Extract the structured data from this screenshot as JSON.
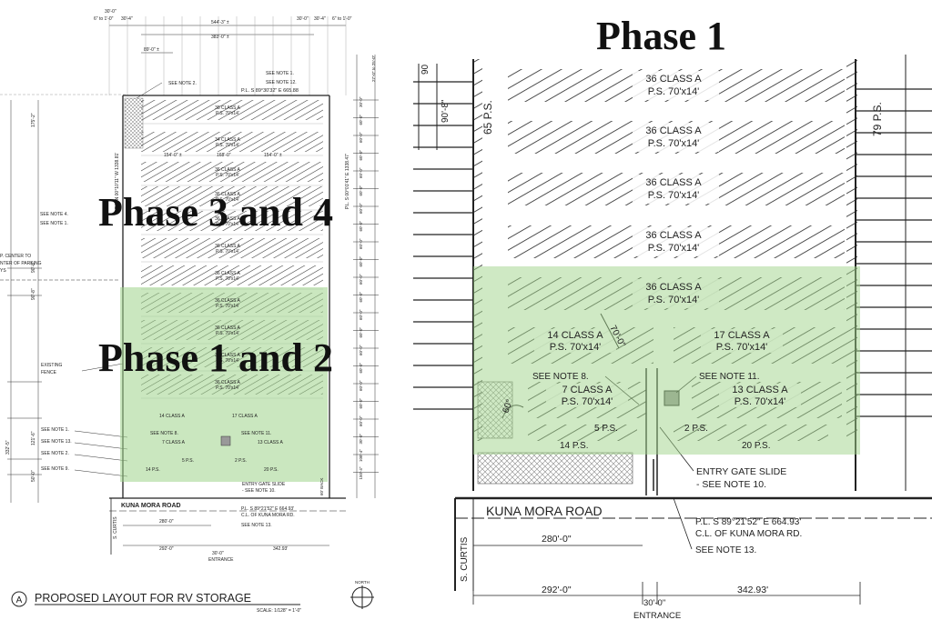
{
  "phases": {
    "left_upper": "Phase 3 and 4",
    "left_lower": "Phase 1 and 2",
    "right_title": "Phase 1"
  },
  "left": {
    "title": "PROPOSED LAYOUT FOR RV STORAGE",
    "circle_letter": "A",
    "scale": "SCALE: 1/128\" = 1'-0\"",
    "north": "NORTH",
    "road": "KUNA MORA ROAD",
    "street": "S. CURTIS",
    "entrance": "ENTRANCE",
    "top_dims": [
      "6\" to 1'-0\"",
      "30'-4\"",
      "544'-3\" ±",
      "30'-0\"",
      "30'-4\"",
      "6\" to 1'-0\"",
      "383'-0\" ±",
      "89'-0\" ±",
      "30'-0\""
    ],
    "pl_top": "P.L. S 89°30'32\" E  665.88",
    "pl_bottom": "P.L. S 89°21'52\" E  664.93'",
    "cl_bottom": "C.L. OF KUNA MORA RD.",
    "pl_left": "P.L. N 00°10'11\" W  1338.81'",
    "pl_right": "P.L. S 00°01'41\" E  1338.47'",
    "notes_top": [
      "SEE NOTE 2.",
      "SEE NOTE 1.",
      "SEE NOTE 12."
    ],
    "notes_left_mid": [
      "SEE NOTE 4.",
      "SEE NOTE 1."
    ],
    "notes_left_bottom": [
      "SEE NOTE 1.",
      "SEE NOTE 13.",
      "SEE NOTE 2.",
      "SEE NOTE 9."
    ],
    "existing_fence": [
      "EXISTING",
      "FENCE"
    ],
    "center_note": [
      "P. CENTER TO",
      "NTER OF PARKING",
      "YS"
    ],
    "rows": [
      {
        "count": "38 CLASS A",
        "size": "P.S. 70'x14'"
      },
      {
        "count": "34 CLASS A",
        "size": "P.S. 70'x14'"
      },
      {
        "count": "36 CLASS A",
        "size": "P.S. 70'x14'"
      },
      {
        "count": "36 CLASS A",
        "size": "P.S. 70'x14'"
      },
      {
        "count": "36 CLASS A",
        "size": "P.S. 70'x14'"
      },
      {
        "count": "36 CLASS A",
        "size": "P.S. 70'x14'"
      },
      {
        "count": "36 CLASS A",
        "size": "P.S. 70'x14'"
      },
      {
        "count": "36 CLASS A",
        "size": "P.S. 70'x14'"
      },
      {
        "count": "36 CLASS A",
        "size": "P.S. 70'x14'"
      },
      {
        "count": "36 CLASS A",
        "size": "P.S. 70'x14'"
      },
      {
        "count": "36 CLASS A",
        "size": "P.S. 70'x14'"
      }
    ],
    "bottom_blocks": [
      "14 CLASS A",
      "17 CLASS A",
      "7 CLASS A",
      "13 CLASS A"
    ],
    "dims_bottom": [
      "280'-0\"",
      "292'-0\"",
      "30'-0\"",
      "342.93'"
    ],
    "mid_dims": [
      "154'-0\" ±",
      "168'-0\"",
      "154'-0\" ±"
    ],
    "side_dims": [
      "175'-2\"",
      "90'-8\"",
      "90'-8\"",
      "332'-5\"",
      "121'-6\"",
      "50'-0\""
    ],
    "right_dims": [
      "30'-0\"",
      "60'-0\"",
      "60'-0\"",
      "60'-0\"",
      "60'-0\"",
      "60'-0\"",
      "60'-0\"",
      "60'-0\"",
      "60'-0\"",
      "60'-0\"",
      "60'-0\"",
      "60'-0\"",
      "60'-0\"",
      "60'-0\"",
      "60'-0\"",
      "60'-0\"",
      "60'-0\"",
      "60'-0\"",
      "60'-0\"",
      "30'-0\"",
      "108'-4\"",
      "150'-4\""
    ],
    "gate": [
      "ENTRY GATE SLIDE",
      "- SEE NOTE 10."
    ],
    "notes_gate": [
      "SEE NOTE 8.",
      "SEE NOTE 11.",
      "SEE NOTE 13."
    ],
    "ps": [
      "5 P.S.",
      "2 P.S.",
      "14 P.S.",
      "20 P.S."
    ],
    "setback": "60' BACK"
  },
  "right": {
    "rows": [
      {
        "count": "36 CLASS A",
        "size": "P.S. 70'x14'"
      },
      {
        "count": "36 CLASS A",
        "size": "P.S. 70'x14'"
      },
      {
        "count": "36 CLASS A",
        "size": "P.S. 70'x14'"
      },
      {
        "count": "36 CLASS A",
        "size": "P.S. 70'x14'"
      },
      {
        "count": "36 CLASS A",
        "size": "P.S. 70'x14'"
      }
    ],
    "side_ps_left": "65 P.S.",
    "side_ps_right": "79 P.S.",
    "dim_top": "90",
    "dim_left": "90'-8\"",
    "block_14": {
      "count": "14 CLASS A",
      "size": "P.S. 70'x14'"
    },
    "block_17": {
      "count": "17 CLASS A",
      "size": "P.S. 70'x14'"
    },
    "block_7": {
      "count": "7 CLASS A",
      "size": "P.S. 70'x14'"
    },
    "block_13": {
      "count": "13 CLASS A",
      "size": "P.S. 70'x14'"
    },
    "angle_dim": "70'-0\"",
    "angle": "60°",
    "see_note_8": "SEE NOTE 8.",
    "see_note_11": "SEE NOTE 11.",
    "ps_5": "5 P.S.",
    "ps_2": "2 P.S.",
    "ps_14": "14 P.S.",
    "ps_20": "20 P.S.",
    "gate_1": "ENTRY GATE SLIDE",
    "gate_2": "- SEE NOTE 10.",
    "road": "KUNA MORA ROAD",
    "pl": "P.L. S 89°21'52\" E  664.93'",
    "cl": "C.L. OF KUNA MORA RD.",
    "dim_280": "280'-0\"",
    "see_note_13": "SEE NOTE 13.",
    "street": "S. CURTIS",
    "dim_292": "292'-0\"",
    "dim_30": "30'-0\"",
    "dim_342": "342.93'",
    "entrance": "ENTRANCE"
  },
  "colors": {
    "phase_overlay": "#9fd48a",
    "line": "#222222"
  }
}
